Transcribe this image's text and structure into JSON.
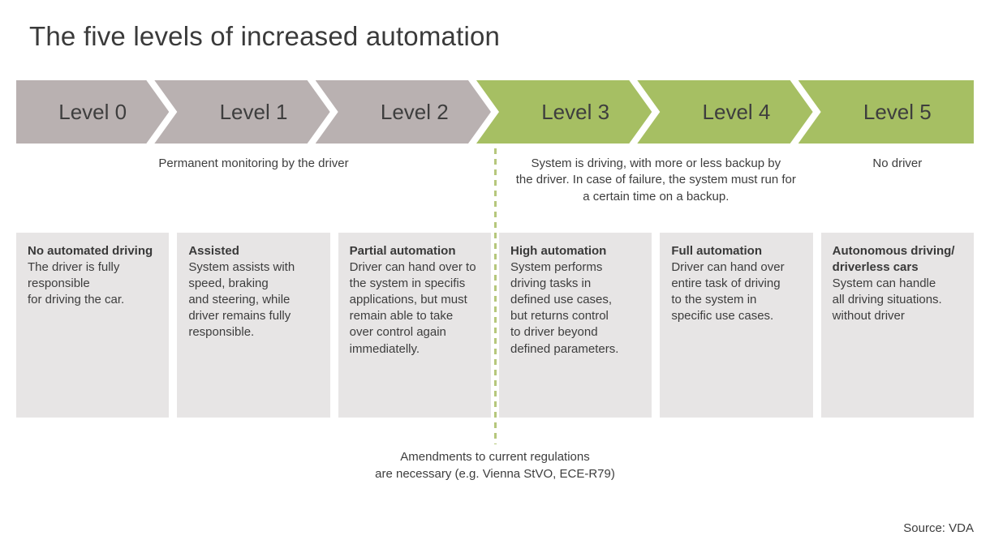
{
  "title": "The five levels of increased automation",
  "colors": {
    "manual_chevron": "#b9b1b1",
    "automated_chevron": "#a6bf63",
    "box_background": "#e7e5e5",
    "dashed_divider": "#b6c77c",
    "text": "#3d3d3d"
  },
  "levels": [
    {
      "label": "Level 0",
      "phase": "manual"
    },
    {
      "label": "Level 1",
      "phase": "manual"
    },
    {
      "label": "Level 2",
      "phase": "manual"
    },
    {
      "label": "Level 3",
      "phase": "automated"
    },
    {
      "label": "Level 4",
      "phase": "automated"
    },
    {
      "label": "Level 5",
      "phase": "automated"
    }
  ],
  "phase_captions": {
    "monitoring": "Permanent monitoring by the driver",
    "system_driving": [
      "System is driving, with more or less backup by",
      "the driver. In case of failure, the system must run for",
      "a certain time on a backup."
    ],
    "no_driver": "No driver"
  },
  "level_details": [
    {
      "heading": "No automated driving",
      "lines": [
        "The driver is fully",
        "responsible",
        "for driving the car."
      ]
    },
    {
      "heading": "Assisted",
      "lines": [
        "System assists with",
        "speed, braking",
        "and steering, while",
        "driver remains fully",
        "responsible."
      ]
    },
    {
      "heading": "Partial automation",
      "lines": [
        "Driver can hand over to",
        "the system in specifis",
        "applications, but must",
        "remain able to take",
        "over control again",
        "immediatelly."
      ]
    },
    {
      "heading": "High automation",
      "lines": [
        "System performs",
        "driving tasks in",
        "defined use cases,",
        "but returns control",
        "to driver beyond",
        "defined parameters."
      ]
    },
    {
      "heading": "Full automation",
      "lines": [
        "Driver can hand over",
        "entire task of driving",
        "to the system in",
        "specific use cases."
      ]
    },
    {
      "heading": [
        "Autonomous driving/",
        "driverless cars"
      ],
      "lines": [
        "System can handle",
        "all driving situations.",
        "without driver"
      ]
    }
  ],
  "footnote": [
    "Amendments to current regulations",
    "are necessary (e.g. Vienna StVO, ECE-R79)"
  ],
  "source": "Source: VDA"
}
